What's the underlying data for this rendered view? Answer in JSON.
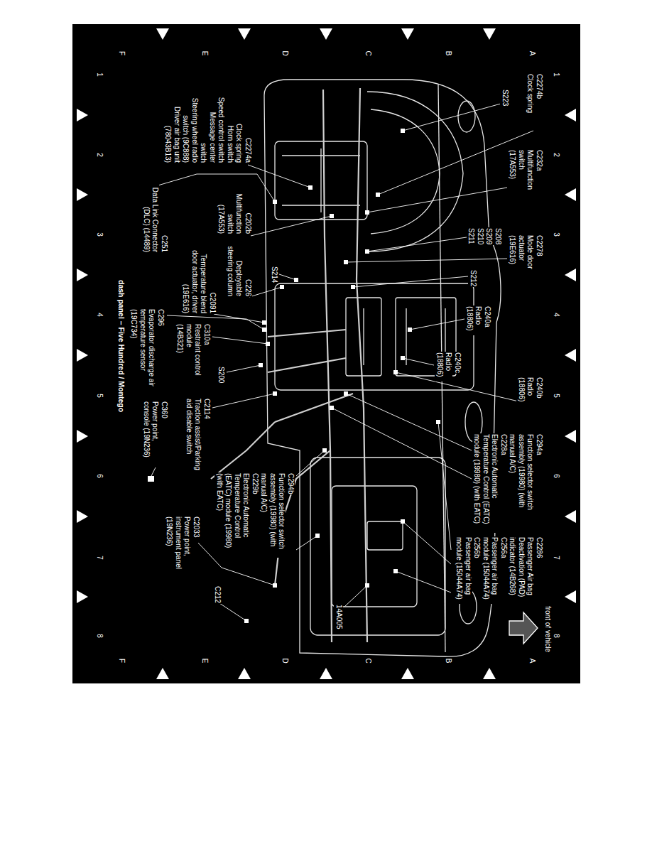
{
  "diagram": {
    "title": "dash panel – Five Hundred / Montego",
    "labels": [
      "1",
      "2",
      "3",
      "4",
      "5",
      "6",
      "7",
      "8",
      "1",
      "2",
      "3",
      "4",
      "5",
      "6",
      "7",
      "8",
      "A",
      "B",
      "C",
      "D",
      "E",
      "F",
      "A",
      "B",
      "C",
      "D",
      "E",
      "F",
      "C2274b",
      "Clock spring",
      "S223",
      "C232a",
      "Multifunction switch (17A553)",
      "S208",
      "S209",
      "S210",
      "S211",
      "C2278",
      "Mode door actuator (19E616)",
      "S212",
      "C240a",
      "Radio (18806)",
      "C240c",
      "Radio (18806)",
      "C240b",
      "Radio (18806)",
      "C294a",
      "Function selector switch assembly (19980) (with manual A/C)",
      "C228a",
      "Electronic Automatic Temperature Control (EATC) module (19980) (with EATC)",
      "C2286",
      "Passenger Air bag Deactivation (PAD) indicator (14B268)",
      "C256a",
      "Passenger air bag module (15044A74)",
      "C256b",
      "Passenger air bag module (15044A74)",
      "front of vehicle",
      "C2274a",
      "Clock spring",
      "Horn switch",
      "Speed control switch",
      "Message center switch",
      "Steering wheel radio switch (9C888)",
      "Driver air bag unit (78043B13)",
      "C202b",
      "Multifunction switch (17A553)",
      "C251",
      "Data Link Connector (DLC) (14489)",
      "C226",
      "Deployable steering column",
      "C2091",
      "Temperature blend door actuator, driver (19E616)",
      "S214",
      "C296",
      "Evaporator discharge air temperature sensor (19C734)",
      "C310a",
      "Restraint control module (14B321)",
      "S200",
      "C2114",
      "Traction assist/Parking aid disable switch",
      "C360",
      "Power point, console (19N236)",
      "C294b",
      "Function selector switch assembly (19980) (with manual A/C)",
      "C229b",
      "Electronic Automatic Temperature Control (EATC) module (19980) (with EATC)",
      "C2033",
      "Power point, instrument panel (19N236)",
      "C212",
      "14A005"
    ]
  }
}
